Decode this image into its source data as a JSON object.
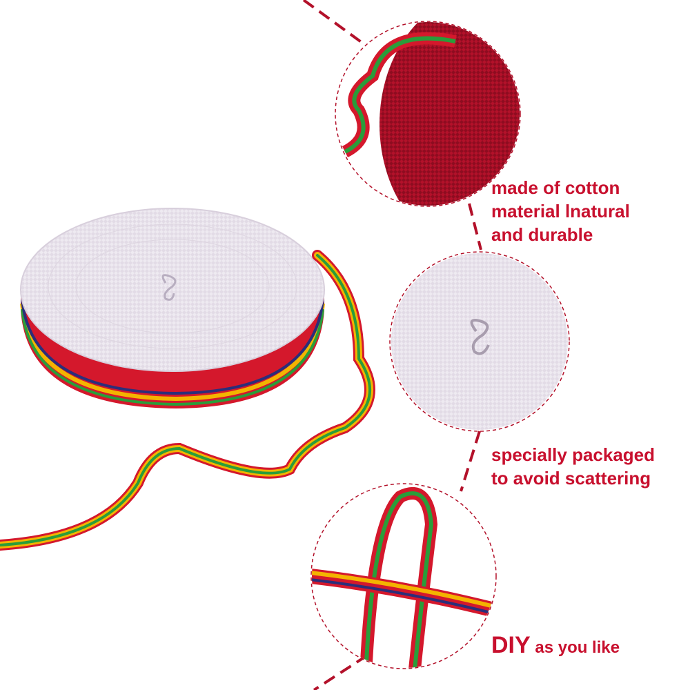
{
  "captions": {
    "material": [
      "made of cotton",
      "material lnatural",
      "and durable"
    ],
    "packaging": [
      "specially packaged",
      "to avoid scattering"
    ],
    "diy": {
      "emphasis": "DIY",
      "rest": " as you like"
    }
  },
  "colors": {
    "accent": "#c8102e",
    "ribbon_base": "#ece8f0",
    "stripes": [
      "#d4182c",
      "#f4b400",
      "#fff27a",
      "#2a9d3a",
      "#2b2e7a",
      "#c8102e"
    ]
  }
}
